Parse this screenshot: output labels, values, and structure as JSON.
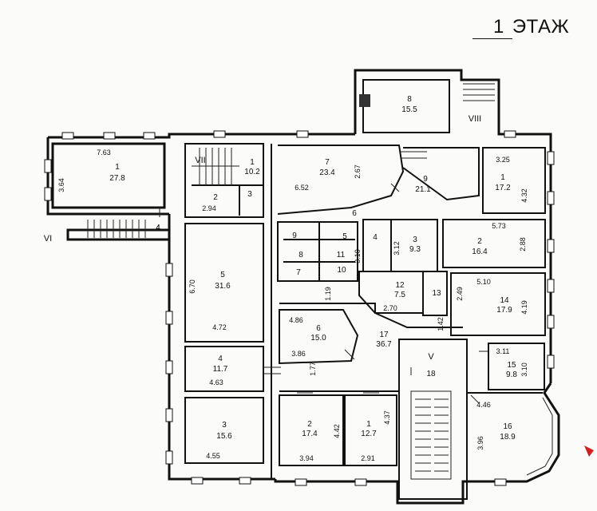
{
  "title": {
    "number": "1",
    "label": "ЭТАЖ"
  },
  "labels": {
    "V": "V",
    "VI": "VI",
    "VII": "VII",
    "VIII": "VIII"
  },
  "rooms": {
    "l1": {
      "num": "1",
      "area": "27.8"
    },
    "l2": {
      "num": "2",
      "area": ""
    },
    "l3": {
      "num": "3",
      "area": ""
    },
    "l1b": {
      "num": "1",
      "area": "10.2"
    },
    "l4": {
      "num": "4",
      "area": ""
    },
    "l5": {
      "num": "5",
      "area": "31.6"
    },
    "l4b": {
      "num": "4",
      "area": "11.7"
    },
    "l3b": {
      "num": "3",
      "area": "15.6"
    },
    "c7": {
      "num": "7",
      "area": "23.4"
    },
    "c9b": {
      "num": "9",
      "area": ""
    },
    "c5b": {
      "num": "5",
      "area": ""
    },
    "c8b": {
      "num": "8",
      "area": ""
    },
    "c11": {
      "num": "11",
      "area": ""
    },
    "c7b": {
      "num": "7",
      "area": ""
    },
    "c10": {
      "num": "10",
      "area": ""
    },
    "c6s": {
      "num": "6",
      "area": ""
    },
    "c4": {
      "num": "4",
      "area": ""
    },
    "c3": {
      "num": "3",
      "area": "9.3"
    },
    "c6": {
      "num": "6",
      "area": "15.0"
    },
    "c12": {
      "num": "12",
      "area": "7.5"
    },
    "c13": {
      "num": "13",
      "area": ""
    },
    "c17": {
      "num": "17",
      "area": "36.7"
    },
    "c18": {
      "num": "18",
      "area": ""
    },
    "c2": {
      "num": "2",
      "area": "17.4"
    },
    "c1": {
      "num": "1",
      "area": "12.7"
    },
    "r8": {
      "num": "8",
      "area": "15.5"
    },
    "r9": {
      "num": "9",
      "area": "21.1"
    },
    "r1": {
      "num": "1",
      "area": "17.2"
    },
    "r2": {
      "num": "2",
      "area": "16.4"
    },
    "r14": {
      "num": "14",
      "area": "17.9"
    },
    "r15": {
      "num": "15",
      "area": "9.8"
    },
    "r16": {
      "num": "16",
      "area": "18.9"
    }
  },
  "dims": {
    "d763": "7.63",
    "d364": "3.64",
    "d294": "2.94",
    "d4": "4",
    "d670": "6.70",
    "d472": "4.72",
    "d463": "4.63",
    "d455": "4.55",
    "d267": "2.67",
    "d652": "6.52",
    "d310": "3.10",
    "d312": "3.12",
    "d119": "1.19",
    "d486": "4.86",
    "d386": "3.86",
    "d270": "2.70",
    "d142": "1.42",
    "d249": "2.49",
    "d177": "1.77",
    "d442": "4.42",
    "d394": "3.94",
    "d437": "4.37",
    "d291": "2.91",
    "d325": "3.25",
    "d432": "4.32",
    "d573": "5.73",
    "d288": "2.88",
    "d510": "5.10",
    "d419": "4.19",
    "d311": "3.11",
    "d310b": "3.10",
    "d446": "4.46",
    "d396": "3.96"
  }
}
